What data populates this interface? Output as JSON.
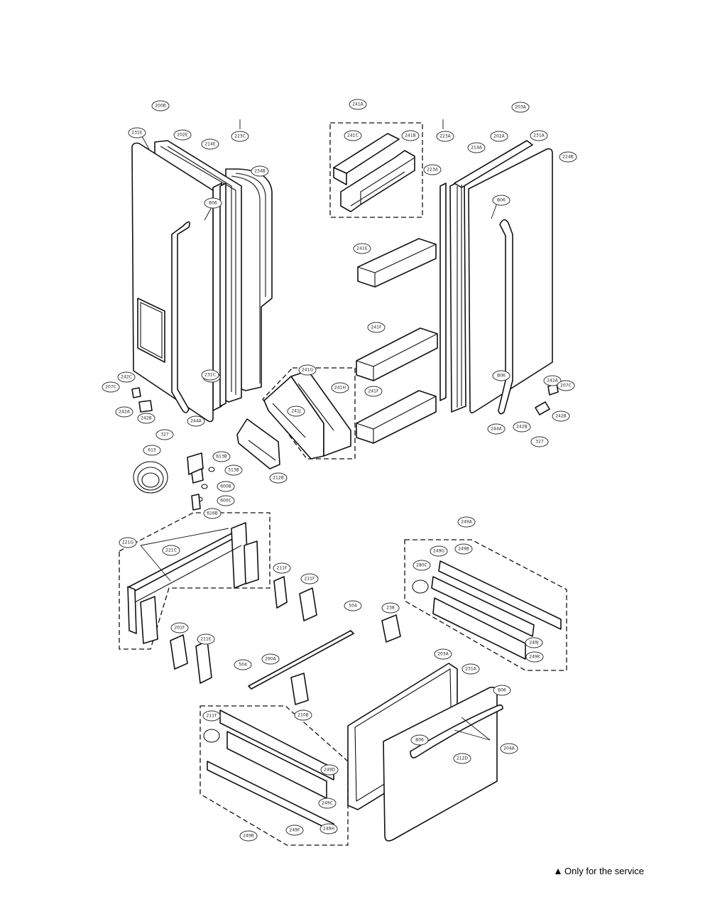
{
  "footnote": {
    "marker_icon": "filled-triangle-icon",
    "text": "Only for the service"
  },
  "callouts": {
    "left_door_assembly": "200B",
    "left_door_outer": "231E",
    "left_gasket_top": "202E",
    "left_frame_top": "214E",
    "left_reference_line": "223C",
    "left_inner_liner": "234B",
    "left_screw_top": "B06",
    "left_screw_bottom": "B06",
    "left_handle": "244A",
    "left_inner_lower": "231C",
    "left_hinge_cap": "242C",
    "left_hinge_clip": "207C",
    "left_hinge_pin": "242A",
    "left_hinge_bracket": "242B",
    "left_hinge_screw": "327",
    "basket_assembly_top": "241A",
    "basket_top_left": "241C",
    "basket_top_right": "241B",
    "basket_shelf_1": "241E",
    "basket_shelf_2": "241F",
    "basket_shelf_3": "241F",
    "basket_assembly_tall": "241G",
    "basket_tall_front": "241H",
    "basket_tall_back": "241J",
    "cover_bracket": "212B",
    "water_tube": "613",
    "valve_body": "613B",
    "valve_screw": "513B",
    "valve_nut": "600B",
    "valve_ring": "600C",
    "valve_connector": "616B",
    "right_door_assembly": "203A",
    "right_reference_line": "223A",
    "right_tube": "223A",
    "right_door_outer": "231A",
    "right_frame_top": "214A",
    "right_gasket": "202A",
    "right_badge": "224B",
    "right_screw_top": "B06",
    "right_screw_bottom": "B06",
    "right_handle": "244A",
    "right_hinge_cap": "242A",
    "right_hinge_clip": "207C",
    "right_hinge_pin": "242B",
    "right_hinge_bracket": "242B",
    "right_hinge_screw": "327",
    "rail_assembly": "221C",
    "rail_corner": "221G",
    "rail_cap_left": "201F",
    "rail_cap_mid": "211F",
    "rail_clip_1": "211F",
    "rail_clip_2": "211E",
    "rail_screw_1": "504",
    "rail_screw_2": "504",
    "rail_bar": "290A",
    "rail_latch": "210B",
    "rail_block": "238",
    "right_tray_assembly": "249A",
    "right_tray_gear": "249G",
    "right_tray_gear_2": "249B",
    "right_tray_roller": "280C",
    "right_tray_rail_1": "249J",
    "right_tray_rail_2": "249K",
    "drawer_frame": "203A",
    "drawer_outer": "231A",
    "drawer_screw_top": "B06",
    "drawer_screw_bottom": "B06",
    "drawer_handle_right": "204A",
    "drawer_handle": "212D",
    "left_tray_roller": "211T",
    "left_tray_rail": "249D",
    "left_tray_rail_2": "249C",
    "left_tray_rail_3": "249F",
    "left_tray_rail_4": "249H",
    "left_tray_assembly": "249B"
  }
}
